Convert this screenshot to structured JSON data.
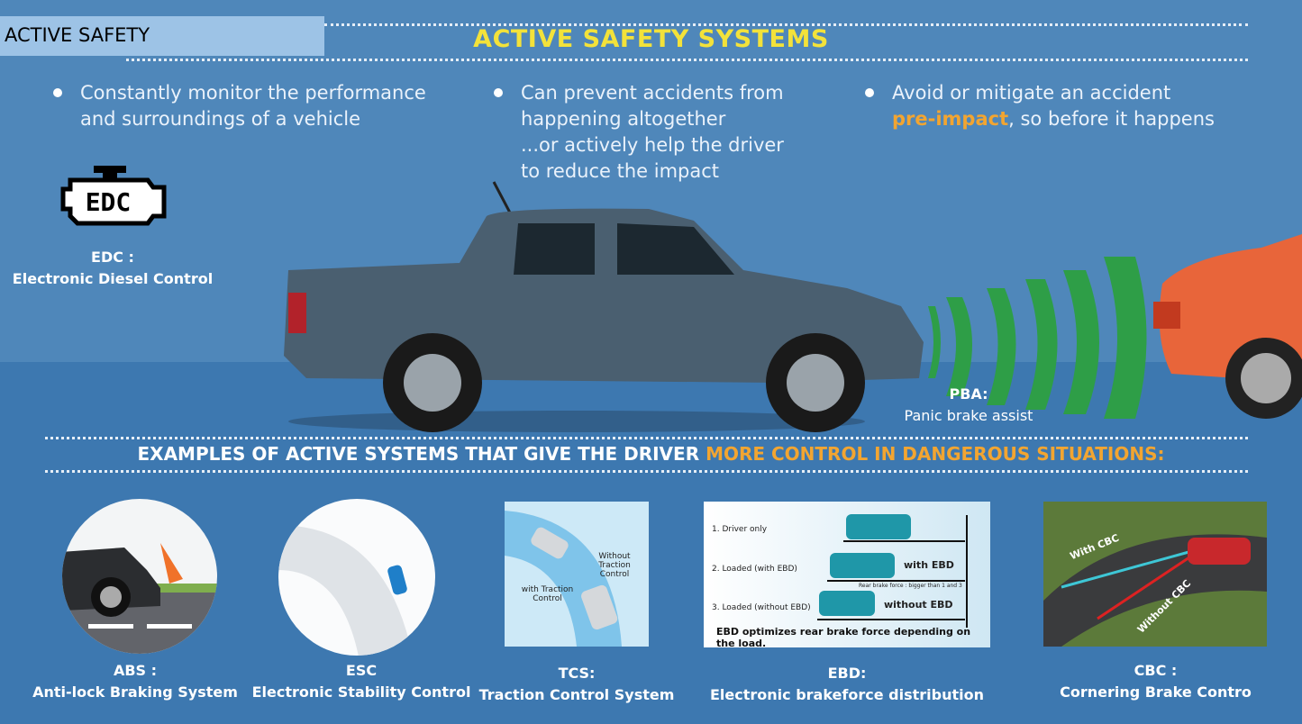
{
  "slide_title_box": "ACTIVE SAFETY",
  "title": "ACTIVE SAFETY SYSTEMS",
  "bullets": [
    {
      "text": "Constantly monitor the performance and surroundings of a vehicle"
    },
    {
      "line1": "Can prevent accidents from happening altogether",
      "line2": "...or actively help the driver to reduce the impact"
    },
    {
      "pre": "Avoid or mitigate an accident",
      "highlight": "pre-impact",
      "post": ", so before it happens"
    }
  ],
  "edc": {
    "icon_text": "EDC",
    "abbr": "EDC :",
    "name": "Electronic Diesel Control"
  },
  "pba": {
    "abbr": "PBA:",
    "name": "Panic brake assist"
  },
  "section_heading": {
    "white": "EXAMPLES OF ACTIVE SYSTEMS THAT GIVE THE DRIVER",
    "orange": "MORE CONTROL IN DANGEROUS SITUATIONS:"
  },
  "systems": [
    {
      "abbr": "ABS :",
      "name": "Anti-lock Braking System"
    },
    {
      "abbr": "ESC",
      "name": "Electronic Stability Control"
    },
    {
      "abbr": "TCS:",
      "name": "Traction Control System",
      "labels": [
        "Without Traction Control",
        "with Traction Control"
      ]
    },
    {
      "abbr": "EBD:",
      "name": "Electronic brakeforce distribution",
      "labels": [
        "1. Driver only",
        "2. Loaded (with EBD)",
        "3. Loaded (without EBD)",
        "with EBD",
        "without EBD",
        "Rear brake force : bigger than 1 and 3",
        "EBD optimizes rear brake force depending on the load."
      ]
    },
    {
      "abbr": "CBC :",
      "name": "Cornering Brake Contro",
      "labels": [
        "With CBC",
        "Without CBC"
      ]
    }
  ],
  "colors": {
    "accent_yellow": "#f3e23a",
    "accent_orange": "#f2a531",
    "radar_green": "#2e9e47"
  }
}
